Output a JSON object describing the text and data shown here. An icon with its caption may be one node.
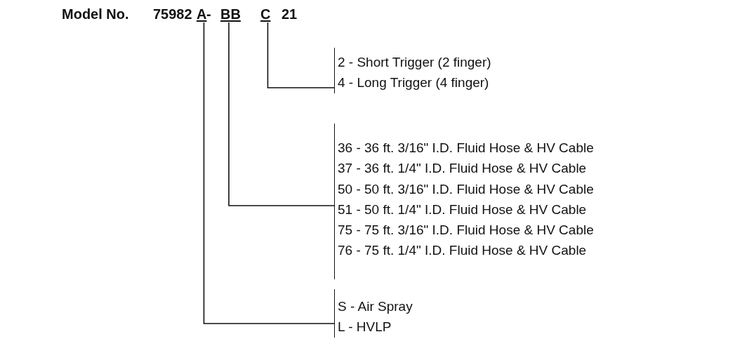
{
  "diagram": {
    "nodes": [
      {
        "text": [
          "A"
        ]
      },
      {
        "text": [
          "BB"
        ]
      },
      {
        "text": [
          "C"
        ]
      },
      {
        "text": [
          "2 - Short Trigger (2 finger)",
          "4 - Long Trigger (4 finger)"
        ]
      },
      {
        "text": [
          "36 - 36 ft. 3/16\" I.D. Fluid Hose & HV Cable",
          "37 - 36 ft. 1/4\" I.D. Fluid Hose & HV Cable",
          "50 - 50 ft. 3/16\" I.D. Fluid Hose & HV Cable",
          "51 - 50 ft. 1/4\" I.D. Fluid Hose & HV Cable",
          "75 - 75 ft. 3/16\" I.D. Fluid Hose & HV Cable",
          "76 - 75 ft. 1/4\" I.D. Fluid Hose & HV Cable"
        ]
      },
      {
        "text": [
          "S - Air Spray",
          "L - HVLP"
        ]
      }
    ],
    "edges": [
      {
        "from": 2,
        "to": 3,
        "arrow": "none"
      },
      {
        "from": 1,
        "to": 4,
        "arrow": "none"
      },
      {
        "from": 0,
        "to": 5,
        "arrow": "none"
      }
    ],
    "labels": [
      "Model No.",
      "75982",
      "-",
      "21"
    ]
  }
}
